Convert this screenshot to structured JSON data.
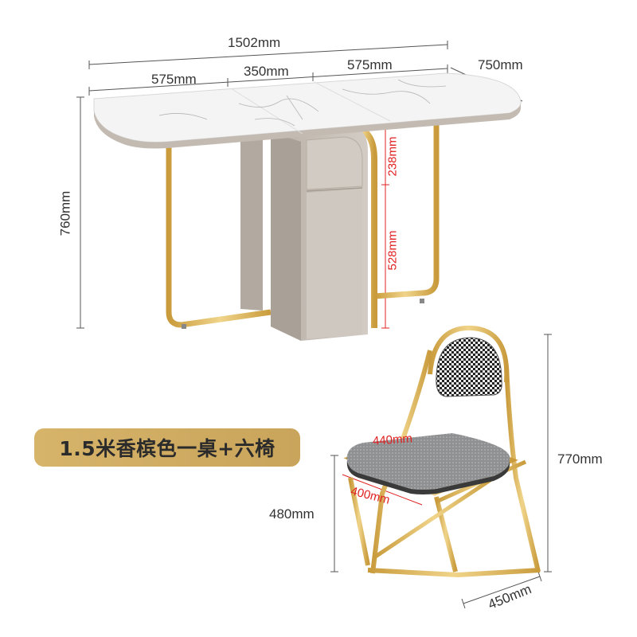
{
  "table": {
    "total_width": "1502mm",
    "left_leaf": "575mm",
    "center": "350mm",
    "right_leaf": "575mm",
    "depth": "750mm",
    "height": "760mm",
    "upper_drawer": "238mm",
    "lower_cabinet": "528mm"
  },
  "chair": {
    "height": "770mm",
    "seat_height": "480mm",
    "seat_width": "440mm",
    "seat_depth": "400mm",
    "base_depth": "450mm"
  },
  "product_tag": "1.5米香槟色一桌+六椅",
  "colors": {
    "gold": "#d4af5a",
    "cabinet": "#cbc4bc",
    "marble": "#f2f2f2",
    "seat": "#8f9092",
    "tag": "#d6b46a"
  }
}
